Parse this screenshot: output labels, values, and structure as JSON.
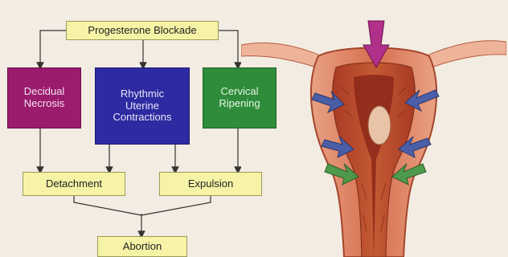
{
  "flowchart": {
    "top": "Progesterone Blockade",
    "left": "Decidual\nNecrosis",
    "middle": "Rhythmic\nUterine\nContractions",
    "right": "Cervical\nRipening",
    "detachment": "Detachment",
    "expulsion": "Expulsion",
    "abortion": "Abortion"
  },
  "colors": {
    "background": "#f3ece2",
    "yellow_box": "#f6f3a6",
    "purple_box": "#9b1b6e",
    "blue_box": "#2d2ba1",
    "green_box": "#2f8c3a",
    "arrow_blue": "#4a5fa8",
    "arrow_green": "#4f9a4a",
    "arrow_magenta": "#b0308a"
  }
}
